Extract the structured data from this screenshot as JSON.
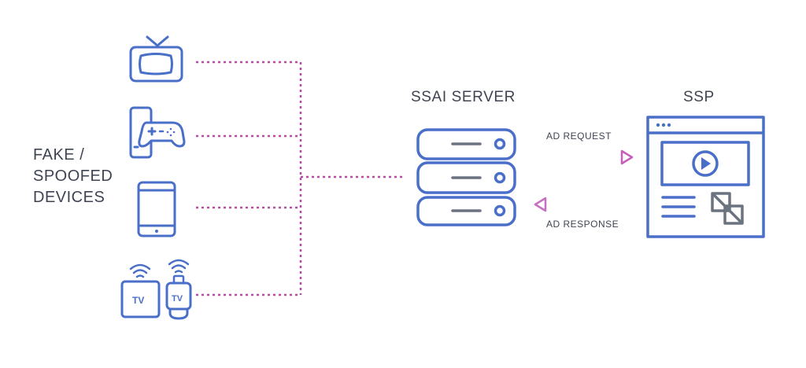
{
  "labels": {
    "devices": [
      "FAKE /",
      "SPOOFED",
      "DEVICES"
    ],
    "ssai_server": "SSAI SERVER",
    "ssp": "SSP",
    "ad_request": "AD REQUEST",
    "ad_response": "AD RESPONSE",
    "tv_box": "TV",
    "tv_stick": "TV"
  },
  "colors": {
    "icon_blue": "#4a6fc9",
    "icon_gray": "#6b7280",
    "dotted_pink": "#b84aa6",
    "arrow_pink": "#c86fc3",
    "arrow_purple": "#8a3ea8",
    "text": "#3e4452"
  },
  "icons": [
    "tv-icon",
    "game-console-icon",
    "smartphone-icon",
    "wifi-tv-box-icon",
    "wifi-tv-stick-icon",
    "server-icon",
    "browser-window-icon",
    "play-icon",
    "image-icon"
  ]
}
